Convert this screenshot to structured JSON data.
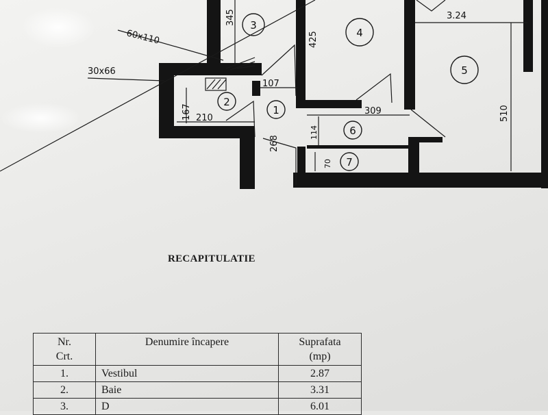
{
  "document": {
    "recap_title": "RECAPITULATIE",
    "table": {
      "headers": {
        "nr": [
          "Nr.",
          "Crt."
        ],
        "name": "Denumire încapere",
        "area": [
          "Suprafata",
          "(mp)"
        ]
      },
      "rows": [
        {
          "nr": "1.",
          "name": "Vestibul",
          "area": "2.87"
        },
        {
          "nr": "2.",
          "name": "Baie",
          "area": "3.31"
        },
        {
          "nr": "3.",
          "name": "D",
          "area": "6.01"
        }
      ]
    }
  },
  "floor_plan": {
    "rooms": [
      "1",
      "2",
      "3",
      "4",
      "5",
      "6",
      "7"
    ],
    "dimensions": {
      "d345": "345",
      "d425": "425",
      "d324": "3.24",
      "d60x110": "60x110",
      "d30x66": "30x66",
      "d107": "107",
      "d167": "167",
      "d210": "210",
      "d268": "268",
      "d114": "114",
      "d309": "309",
      "d510": "510",
      "d70": "70"
    }
  }
}
